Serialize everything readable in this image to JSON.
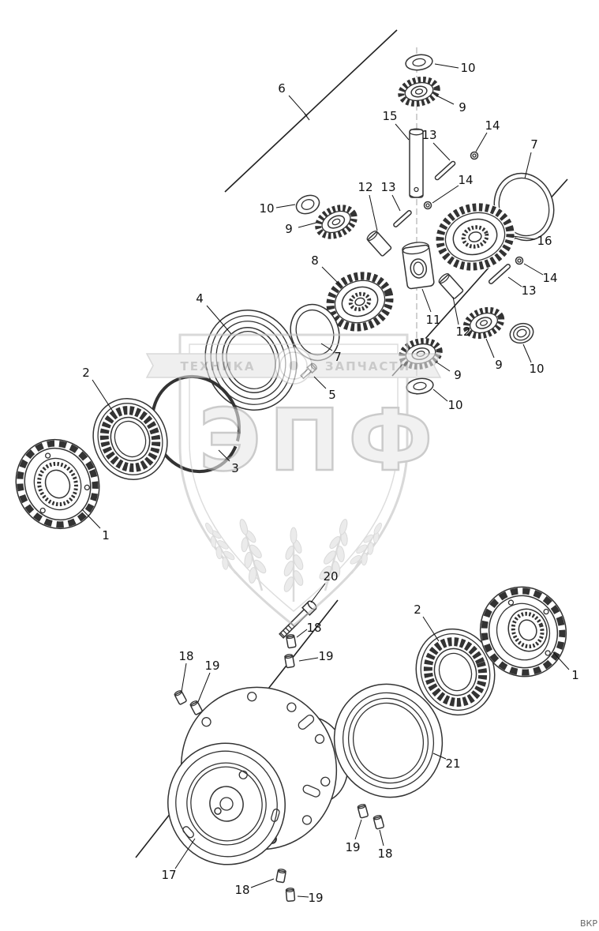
{
  "colors": {
    "line": "#333333",
    "watermark": "#c0c0c0",
    "background": "#ffffff"
  },
  "watermark": {
    "brand": "ЭПФ",
    "banner_left": "ТЕХНИКА",
    "banner_right": "ЗАПЧАСТИ"
  },
  "corner_text": "ВКР",
  "callouts": [
    "6",
    "10",
    "9",
    "15",
    "13",
    "14",
    "7",
    "10",
    "12",
    "13",
    "14",
    "9",
    "16",
    "8",
    "14",
    "13",
    "11",
    "12",
    "4",
    "7",
    "9",
    "10",
    "5",
    "2",
    "9",
    "10",
    "3",
    "1",
    "20",
    "18",
    "2",
    "19",
    "18",
    "19",
    "1",
    "21",
    "19",
    "18",
    "17",
    "18",
    "19"
  ]
}
